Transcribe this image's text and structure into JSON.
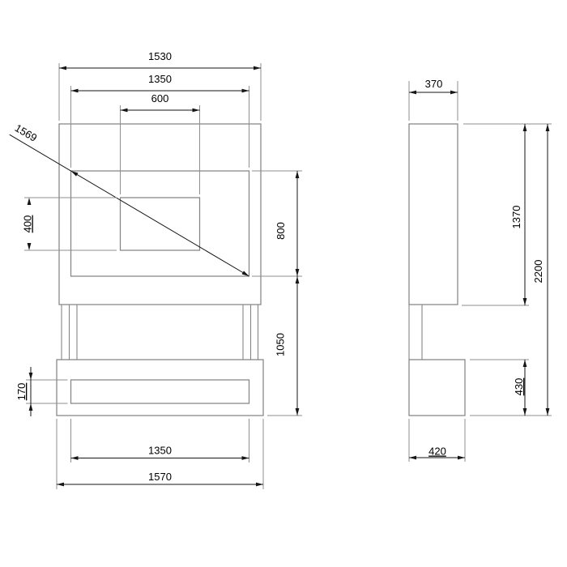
{
  "drawing": {
    "front_view": {
      "overall_width": "1530",
      "inner_panel_width": "1350",
      "opening_width": "600",
      "inner_panel_diagonal": "1569",
      "opening_height": "400",
      "inner_panel_height": "800",
      "lower_section_height": "1050",
      "base_slot_height": "170",
      "base_slot_width": "1350",
      "base_width": "1570"
    },
    "side_view": {
      "top_depth": "370",
      "upper_body_height": "1370",
      "overall_height": "2200",
      "base_height": "430",
      "base_depth": "420"
    },
    "colors": {
      "object_line": "#858585",
      "extension_line": "#8f8f8f",
      "dimension_line": "#161616",
      "label_text": "#000000",
      "background": "#ffffff"
    }
  }
}
